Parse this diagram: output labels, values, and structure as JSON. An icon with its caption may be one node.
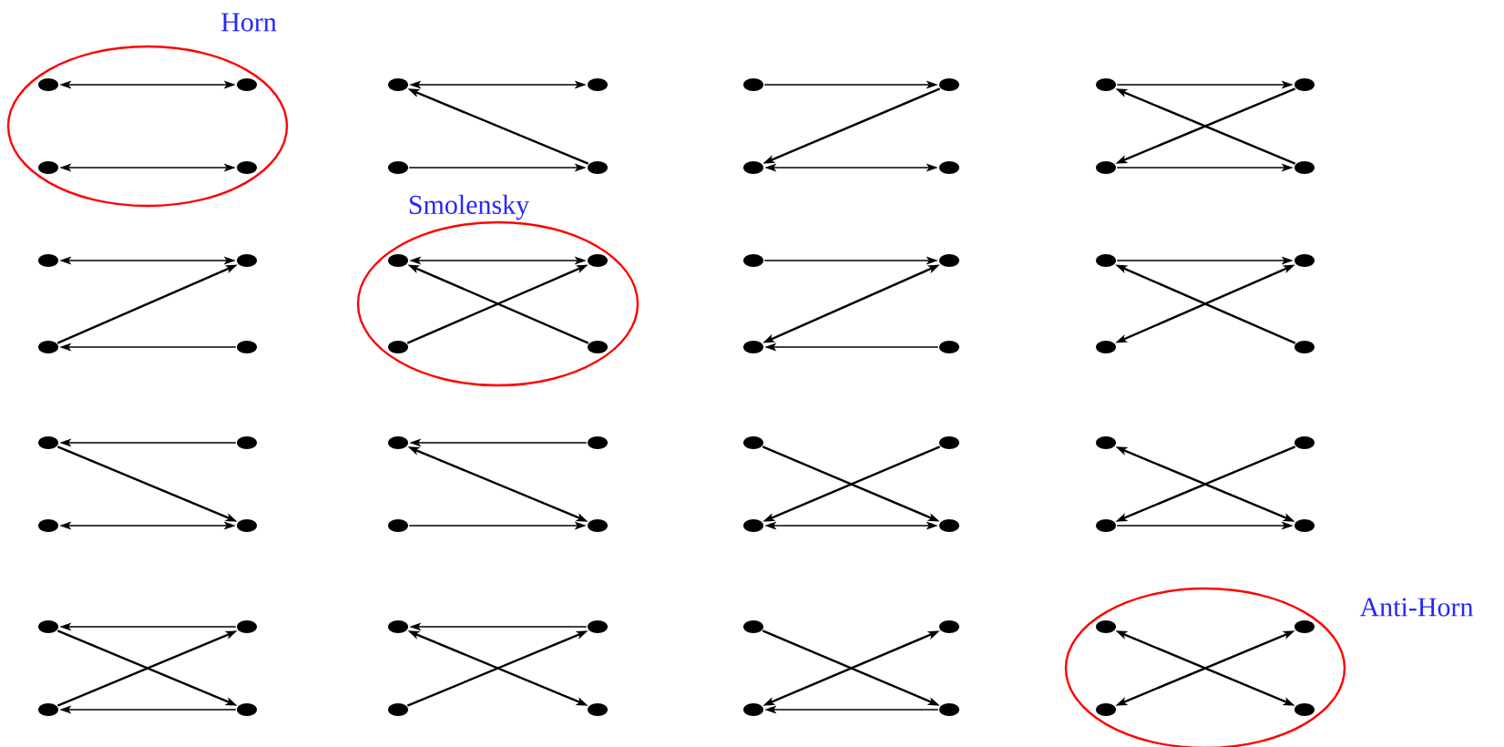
{
  "diagram": {
    "nodes": [
      {
        "text": [
          "Horn"
        ]
      },
      {
        "text": [],
        "shape": "circle",
        "in": 0
      },
      {
        "text": [],
        "shape": "circle",
        "in": 0
      },
      {
        "text": [],
        "shape": "circle",
        "in": 0
      },
      {
        "text": [],
        "shape": "circle",
        "in": 0
      },
      {
        "text": [],
        "shape": "circle"
      },
      {
        "text": [],
        "shape": "circle"
      },
      {
        "text": [],
        "shape": "circle"
      },
      {
        "text": [],
        "shape": "circle"
      },
      {
        "text": [],
        "shape": "circle"
      },
      {
        "text": [],
        "shape": "circle"
      },
      {
        "text": [],
        "shape": "circle"
      },
      {
        "text": [],
        "shape": "circle"
      },
      {
        "text": [],
        "shape": "circle"
      },
      {
        "text": [],
        "shape": "circle"
      },
      {
        "text": [],
        "shape": "circle"
      },
      {
        "text": [],
        "shape": "circle"
      },
      {
        "text": [],
        "shape": "circle"
      },
      {
        "text": [],
        "shape": "circle"
      },
      {
        "text": [],
        "shape": "circle"
      },
      {
        "text": [],
        "shape": "circle"
      },
      {
        "text": [
          "Smolensky"
        ]
      },
      {
        "text": [],
        "shape": "circle",
        "in": 21
      },
      {
        "text": [],
        "shape": "circle",
        "in": 21
      },
      {
        "text": [],
        "shape": "circle",
        "in": 21
      },
      {
        "text": [],
        "shape": "circle",
        "in": 21
      },
      {
        "text": [],
        "shape": "circle"
      },
      {
        "text": [],
        "shape": "circle"
      },
      {
        "text": [],
        "shape": "circle"
      },
      {
        "text": [],
        "shape": "circle"
      },
      {
        "text": [],
        "shape": "circle"
      },
      {
        "text": [],
        "shape": "circle"
      },
      {
        "text": [],
        "shape": "circle"
      },
      {
        "text": [],
        "shape": "circle"
      },
      {
        "text": [],
        "shape": "circle"
      },
      {
        "text": [],
        "shape": "circle"
      },
      {
        "text": [],
        "shape": "circle"
      },
      {
        "text": [],
        "shape": "circle"
      },
      {
        "text": [],
        "shape": "circle"
      },
      {
        "text": [],
        "shape": "circle"
      },
      {
        "text": [],
        "shape": "circle"
      },
      {
        "text": [],
        "shape": "circle"
      },
      {
        "text": [],
        "shape": "circle"
      },
      {
        "text": [],
        "shape": "circle"
      },
      {
        "text": [],
        "shape": "circle"
      },
      {
        "text": [],
        "shape": "circle"
      },
      {
        "text": [],
        "shape": "circle"
      },
      {
        "text": [],
        "shape": "circle"
      },
      {
        "text": [],
        "shape": "circle"
      },
      {
        "text": [],
        "shape": "circle"
      },
      {
        "text": [],
        "shape": "circle"
      },
      {
        "text": [],
        "shape": "circle"
      },
      {
        "text": [],
        "shape": "circle"
      },
      {
        "text": [],
        "shape": "circle"
      },
      {
        "text": [],
        "shape": "circle"
      },
      {
        "text": [],
        "shape": "circle"
      },
      {
        "text": [],
        "shape": "circle"
      },
      {
        "text": [],
        "shape": "circle"
      },
      {
        "text": [],
        "shape": "circle"
      },
      {
        "text": [],
        "shape": "circle"
      },
      {
        "text": [],
        "shape": "circle"
      },
      {
        "text": [],
        "shape": "circle"
      },
      {
        "text": [
          "Anti-Horn"
        ]
      },
      {
        "text": [],
        "shape": "circle",
        "in": 62
      },
      {
        "text": [],
        "shape": "circle",
        "in": 62
      },
      {
        "text": [],
        "shape": "circle",
        "in": 62
      },
      {
        "text": [],
        "shape": "circle",
        "in": 62
      }
    ],
    "edges": [
      {
        "from": 1,
        "to": 2,
        "arrow": "both"
      },
      {
        "from": 3,
        "to": 4,
        "arrow": "both"
      },
      {
        "from": 5,
        "to": 6,
        "arrow": "both"
      },
      {
        "from": 8,
        "to": 5,
        "arrow": "to"
      },
      {
        "from": 7,
        "to": 8,
        "arrow": "to"
      },
      {
        "from": 9,
        "to": 10,
        "arrow": "to"
      },
      {
        "from": 10,
        "to": 11,
        "arrow": "to"
      },
      {
        "from": 11,
        "to": 12,
        "arrow": "both"
      },
      {
        "from": 13,
        "to": 14,
        "arrow": "to"
      },
      {
        "from": 16,
        "to": 13,
        "arrow": "to"
      },
      {
        "from": 14,
        "to": 15,
        "arrow": "to"
      },
      {
        "from": 15,
        "to": 16,
        "arrow": "to"
      },
      {
        "from": 17,
        "to": 18,
        "arrow": "both"
      },
      {
        "from": 19,
        "to": 18,
        "arrow": "to"
      },
      {
        "from": 20,
        "to": 19,
        "arrow": "to"
      },
      {
        "from": 22,
        "to": 23,
        "arrow": "both"
      },
      {
        "from": 24,
        "to": 23,
        "arrow": "to"
      },
      {
        "from": 25,
        "to": 22,
        "arrow": "to"
      },
      {
        "from": 26,
        "to": 27,
        "arrow": "to"
      },
      {
        "from": 28,
        "to": 27,
        "arrow": "both"
      },
      {
        "from": 29,
        "to": 28,
        "arrow": "to"
      },
      {
        "from": 30,
        "to": 31,
        "arrow": "to"
      },
      {
        "from": 33,
        "to": 30,
        "arrow": "to"
      },
      {
        "from": 32,
        "to": 31,
        "arrow": "both"
      },
      {
        "from": 35,
        "to": 34,
        "arrow": "to"
      },
      {
        "from": 34,
        "to": 37,
        "arrow": "to"
      },
      {
        "from": 36,
        "to": 37,
        "arrow": "both"
      },
      {
        "from": 39,
        "to": 38,
        "arrow": "to"
      },
      {
        "from": 38,
        "to": 41,
        "arrow": "both"
      },
      {
        "from": 40,
        "to": 41,
        "arrow": "to"
      },
      {
        "from": 42,
        "to": 45,
        "arrow": "to"
      },
      {
        "from": 43,
        "to": 44,
        "arrow": "to"
      },
      {
        "from": 44,
        "to": 45,
        "arrow": "both"
      },
      {
        "from": 46,
        "to": 49,
        "arrow": "both"
      },
      {
        "from": 47,
        "to": 48,
        "arrow": "to"
      },
      {
        "from": 48,
        "to": 49,
        "arrow": "to"
      },
      {
        "from": 51,
        "to": 50,
        "arrow": "to"
      },
      {
        "from": 50,
        "to": 53,
        "arrow": "to"
      },
      {
        "from": 52,
        "to": 51,
        "arrow": "to"
      },
      {
        "from": 53,
        "to": 52,
        "arrow": "to"
      },
      {
        "from": 55,
        "to": 54,
        "arrow": "to"
      },
      {
        "from": 54,
        "to": 57,
        "arrow": "both"
      },
      {
        "from": 56,
        "to": 55,
        "arrow": "to"
      },
      {
        "from": 58,
        "to": 61,
        "arrow": "to"
      },
      {
        "from": 60,
        "to": 59,
        "arrow": "both"
      },
      {
        "from": 61,
        "to": 60,
        "arrow": "to"
      },
      {
        "from": 63,
        "to": 66,
        "arrow": "both"
      },
      {
        "from": 65,
        "to": 64,
        "arrow": "both"
      }
    ]
  }
}
